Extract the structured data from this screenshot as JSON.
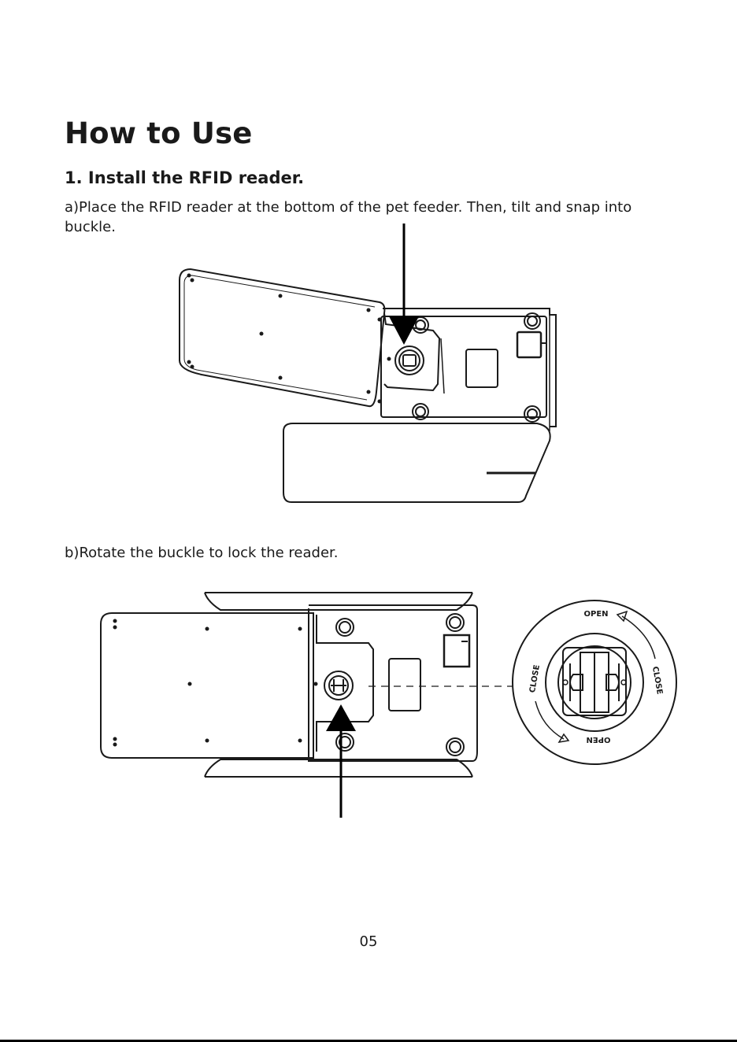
{
  "heading": "How to Use",
  "section": {
    "title": "1. Install the RFID reader."
  },
  "steps": [
    {
      "text": "a)Place the RFID reader at the bottom of the pet feeder. Then, tilt and snap into buckle."
    },
    {
      "text": "b)Rotate the buckle to lock the reader."
    }
  ],
  "detail_labels": {
    "open_top": "OPEN",
    "open_bottom": "OPEN",
    "close_left": "CLOSE",
    "close_right": "CLOSE"
  },
  "page_number": "05"
}
